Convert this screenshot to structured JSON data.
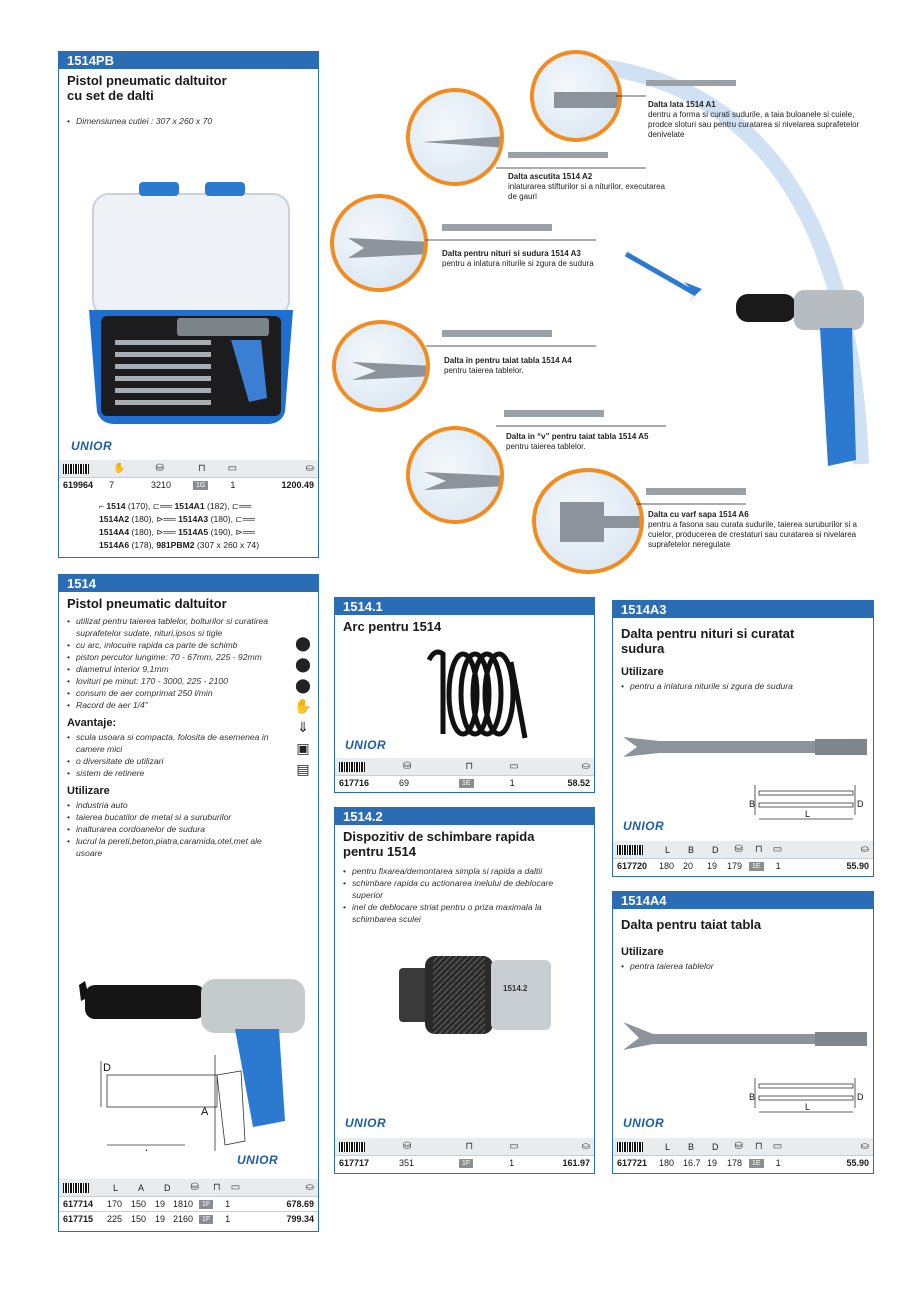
{
  "pb": {
    "code": "1514PB",
    "title1": "Pistol pneumatic daltuitor",
    "title2": "cu set de dalti",
    "bullet": "Dimensiunea cutiei : 307 x 260 x 70",
    "brand": "UNIOR",
    "row": {
      "code": "619964",
      "v1": "7",
      "v2": "3210",
      "badge": "1G",
      "v3": "1",
      "price": "1200.49"
    },
    "contents": [
      [
        {
          "b": "1514",
          "t": " (170),"
        },
        {
          "b": "1514A1",
          "t": " (182),"
        }
      ],
      [
        {
          "b": "1514A2",
          "t": " (180),"
        },
        {
          "b": "1514A3",
          "t": " (180),"
        }
      ],
      [
        {
          "b": "1514A4",
          "t": " (180),"
        },
        {
          "b": "1514A5",
          "t": " (190),"
        }
      ],
      [
        {
          "b": "1514A6",
          "t": " (178),"
        },
        {
          "b": "981PBM2",
          "t": " (307 x 260 x 74)"
        }
      ]
    ]
  },
  "callouts": [
    {
      "title": "Dalta lata 1514 A1",
      "text": "dentru a forma si curati sudurile, a taia buloanele si cuiele, prodce sloturi sau pentru curatarea si nivelarea suprafetelor denivelate"
    },
    {
      "title": "Dalta ascutita 1514 A2",
      "text": "inlaturarea stifturilor si a niturilor, executarea de gauri"
    },
    {
      "title": "Dalta pentru nituri si sudura 1514 A3",
      "text": "pentru a inlatura niturile si zgura de sudura"
    },
    {
      "title": "Dalta in pentru taiat tabla 1514 A4",
      "text": "pentru taierea tablelor."
    },
    {
      "title": "Dalta in “v” pentru taiat tabla 1514 A5",
      "text": "pentru taierea tablelor."
    },
    {
      "title": "Dalta cu varf sapa 1514 A6",
      "text": "pentru a fasona sau curata sudurile, taierea suruburilor si a cuielor, producerea de crestaturi sau curatarea si nivelarea suprafetelor neregulate"
    }
  ],
  "p1514": {
    "code": "1514",
    "title": "Pistol pneumatic daltuitor",
    "bullets": [
      "utilizat pentru taierea tablelor, bolturilor si curatirea suprafetelor sudate, nituri,ipsos si tigle",
      "cu arc, inlocuire rapida ca parte de schimb",
      "piston percutor lungime: 70 - 67mm, 225 - 92mm",
      "diametrul interior 9,1mm",
      "lovituri pe minut: 170 - 3000, 225 - 2100",
      "consum de aer comprimat 250 l/min",
      "Racord de aer 1/4\""
    ],
    "adv_title": "Avantaje:",
    "adv": [
      "scula usoara si compacta, folosita de asemenea in camere mici",
      "o diversitate de utilizari",
      "sistem de retinere"
    ],
    "use_title": "Utilizare",
    "use": [
      "industria auto",
      "taierea bucatilor de metal si a suruburilor",
      "inalturarea cordoanelor de sudura",
      "lucrul la pereti,beton,piatra,caramida,otel,met ale usoare"
    ],
    "brand": "UNIOR",
    "dims": {
      "d": "D",
      "a": "A",
      "l": "L"
    },
    "headers": [
      "L",
      "A",
      "D"
    ],
    "rows": [
      {
        "code": "617714",
        "l": "170",
        "a": "150",
        "d": "19",
        "w": "1810",
        "badge": "1F",
        "q": "1",
        "price": "678.69"
      },
      {
        "code": "617715",
        "l": "225",
        "a": "150",
        "d": "19",
        "w": "2160",
        "badge": "1F",
        "q": "1",
        "price": "799.34"
      }
    ]
  },
  "p1": {
    "code": "1514.1",
    "title": "Arc pentru 1514",
    "brand": "UNIOR",
    "row": {
      "code": "617716",
      "w": "69",
      "badge": "1E",
      "q": "1",
      "price": "58.52"
    }
  },
  "p2": {
    "code": "1514.2",
    "title1": "Dispozitiv de schimbare rapida",
    "title2": "pentru 1514",
    "bullets": [
      "pentru fixarea/demontarea simpla si rapida a daltii",
      "schimbare rapida cu actionarea inelului de deblocare superior",
      "inel de deblocare striat pentru o priza maximala la schimbarea sculei"
    ],
    "brand": "UNIOR",
    "engrave": "1514.2",
    "row": {
      "code": "617717",
      "w": "351",
      "badge": "1F",
      "q": "1",
      "price": "161.97"
    }
  },
  "a3": {
    "code": "1514A3",
    "title1": "Dalta pentru nituri si curatat",
    "title2": "sudura",
    "use_title": "Utilizare",
    "bullet": "pentru a inlatura niturile si zgura de sudura",
    "brand": "UNIOR",
    "dims": {
      "b": "B",
      "d": "D",
      "l": "L"
    },
    "headers": [
      "L",
      "B",
      "D"
    ],
    "row": {
      "code": "617720",
      "l": "180",
      "b": "20",
      "d": "19",
      "w": "179",
      "badge": "1E",
      "q": "1",
      "price": "55.90"
    }
  },
  "a4": {
    "code": "1514A4",
    "title": "Dalta pentru taiat tabla",
    "use_title": "Utilizare",
    "bullet": "pentra taierea tablelor",
    "brand": "UNIOR",
    "dims": {
      "b": "B",
      "d": "D",
      "l": "L"
    },
    "headers": [
      "L",
      "B",
      "D"
    ],
    "row": {
      "code": "617721",
      "l": "180",
      "b": "16.7",
      "d": "19",
      "w": "178",
      "badge": "1E",
      "q": "1",
      "price": "55.90"
    }
  },
  "colors": {
    "accent": "#2a6db5",
    "orange": "#f08c20"
  }
}
